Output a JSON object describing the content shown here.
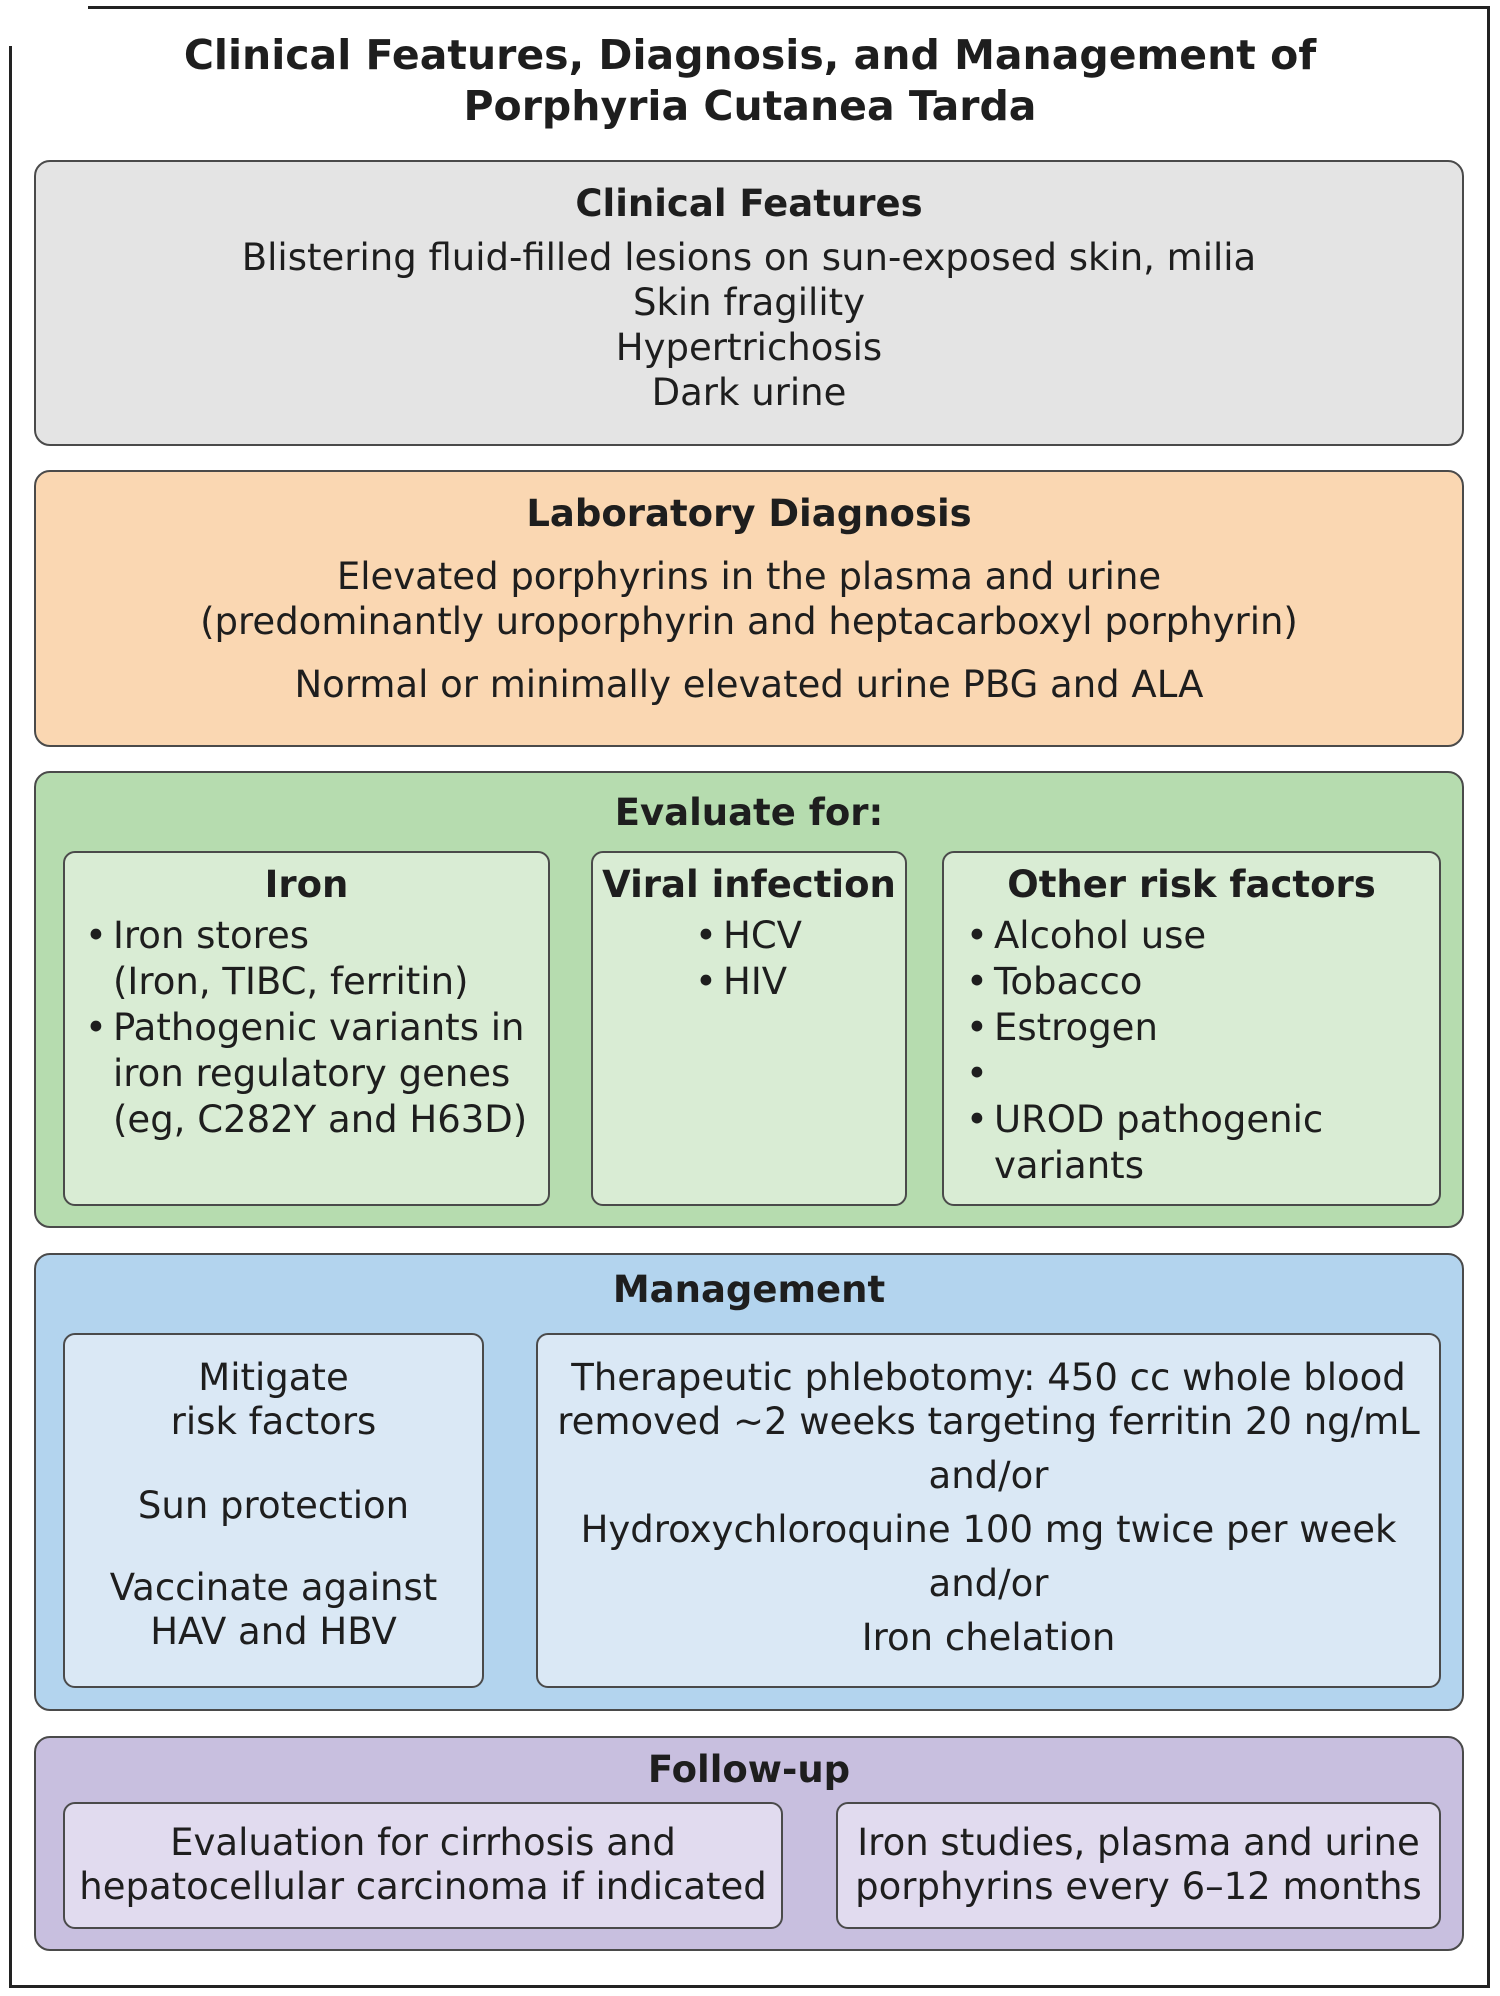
{
  "title": {
    "line1": "Clinical Features, Diagnosis, and Management of",
    "line2": "Porphyria Cutanea Tarda"
  },
  "clinical_features": {
    "heading": "Clinical Features",
    "items": [
      "Blistering fluid-filled lesions on sun-exposed skin, milia",
      "Skin fragility",
      "Hypertrichosis",
      "Dark urine"
    ]
  },
  "laboratory_diagnosis": {
    "heading": "Laboratory Diagnosis",
    "line1": "Elevated porphyrins in the plasma and urine",
    "line2": "(predominantly uroporphyrin and heptacarboxyl porphyrin)",
    "line3": "Normal or minimally elevated urine PBG and ALA"
  },
  "evaluate": {
    "heading": "Evaluate for:",
    "iron": {
      "heading": "Iron",
      "items": [
        "Iron stores\n(Iron, TIBC, ferritin)",
        "Pathogenic variants in\niron regulatory genes\n(eg, C282Y and H63D)"
      ]
    },
    "viral": {
      "heading": "Viral infection",
      "items": [
        "HCV",
        "HIV"
      ]
    },
    "other": {
      "heading": "Other risk factors",
      "items": [
        "Alcohol use",
        "Tobacco",
        "Estrogen",
        "",
        "UROD pathogenic\nvariants"
      ]
    }
  },
  "management": {
    "heading": "Management",
    "left": {
      "line1": "Mitigate",
      "line2": "risk factors",
      "line3": "Sun protection",
      "line4": "Vaccinate against",
      "line5": "HAV and HBV"
    },
    "right": {
      "line1": "Therapeutic phlebotomy: 450 cc whole blood",
      "line2": "removed ~2 weeks targeting ferritin 20 ng/mL",
      "line3": "and/or",
      "line4": "Hydroxychloroquine 100 mg twice per week",
      "line5": "and/or",
      "line6": "Iron chelation"
    }
  },
  "followup": {
    "heading": "Follow-up",
    "left": {
      "line1": "Evaluation for cirrhosis and",
      "line2": "hepatocellular carcinoma if indicated"
    },
    "right": {
      "line1": "Iron studies, plasma and urine",
      "line2": "porphyrins every 6–12 months"
    }
  },
  "colors": {
    "clinical": "#e4e4e4",
    "laboratory": "#fad7b2",
    "evaluate": "#b6dcaf",
    "management": "#b3d4ee",
    "followup": "#c8bfdf"
  }
}
